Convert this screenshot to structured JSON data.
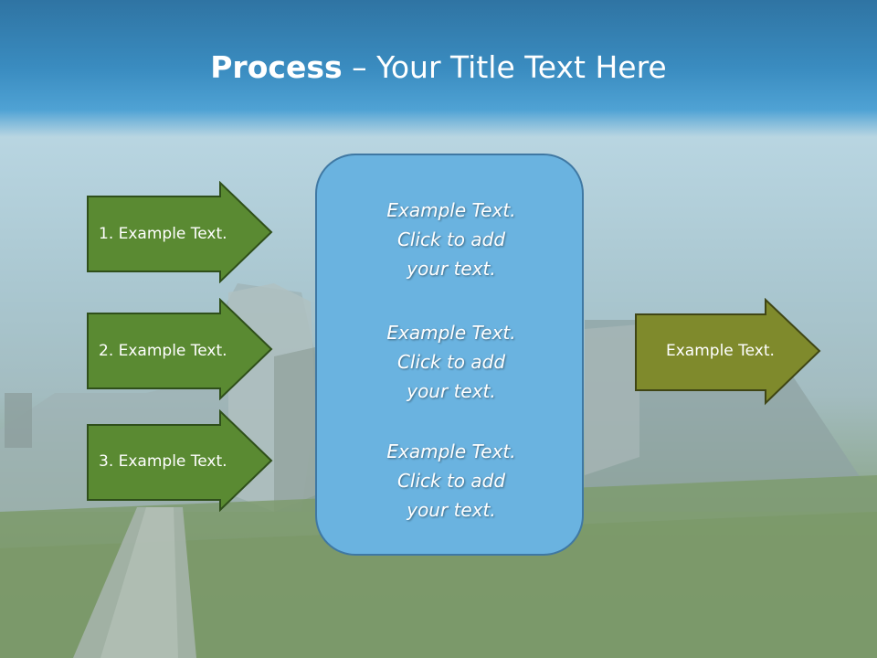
{
  "slide": {
    "title_bold": "Process",
    "title_rest": " – Your Title Text Here",
    "left_arrows": [
      {
        "label": "1. Example Text."
      },
      {
        "label": "2. Example Text."
      },
      {
        "label": "3. Example Text."
      }
    ],
    "center_blocks": [
      {
        "line1": "Example Text.",
        "line2": "Click  to add",
        "line3": "your text."
      },
      {
        "line1": "Example Text.",
        "line2": "Click  to add",
        "line3": "your text."
      },
      {
        "line1": "Example Text.",
        "line2": "Click  to add",
        "line3": "your text."
      }
    ],
    "right_arrow": {
      "label": "Example Text."
    }
  },
  "colors": {
    "left_arrow_fill": "#5a8a32",
    "right_arrow_fill": "#7f8a2c",
    "center_box_fill": "#6ab3e0"
  }
}
